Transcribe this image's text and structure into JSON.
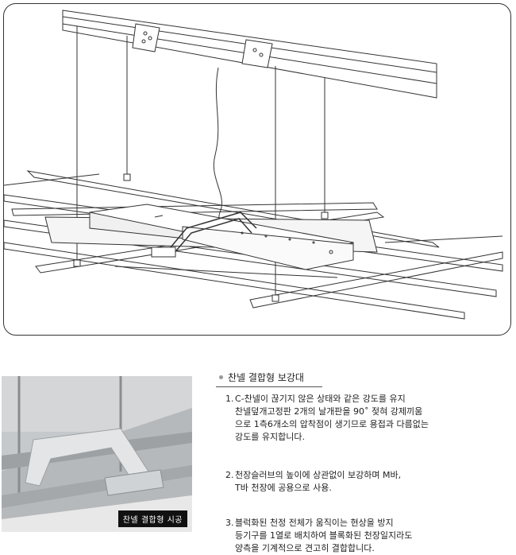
{
  "photo": {
    "caption": "찬넬 결합형 시공"
  },
  "section": {
    "title": "찬넬 결합형 보강대"
  },
  "items": [
    {
      "number": "1.",
      "lines": [
        "C-찬넬이 끊기지 않은 상태와 같은 강도를 유지",
        "찬넬덮개고정판 2개의 날개판을 90˚ 젖혀 강제끼움",
        "으로 1측6개소의 압착점이 생기므로 용접과 다름없는",
        "강도를 유지합니다."
      ]
    },
    {
      "number": "2.",
      "lines": [
        "천장슬러브의 높이에 상관없이 보강하며 M바,",
        "T바 천장에 공용으로 사용."
      ]
    },
    {
      "number": "3.",
      "lines": [
        "블럭화된 천정 전체가 움직이는 현상을 방지",
        "등기구를 1열로 배치하여 블록화된 천장일지라도",
        "양측을 기계적으로 견고히 결합합니다."
      ]
    }
  ]
}
